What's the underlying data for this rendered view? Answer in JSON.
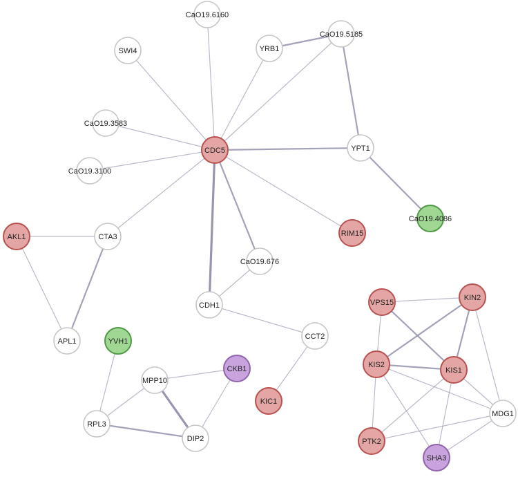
{
  "colors": {
    "white_fill": "#ffffff",
    "white_stroke": "#c6c6c6",
    "red_fill": "#e3a6a4",
    "red_stroke": "#b8514f",
    "green_fill": "#9fd793",
    "green_stroke": "#4f9a45",
    "purple_fill": "#c9a3dd",
    "purple_stroke": "#9064ac",
    "edge": "#8b8ba6"
  },
  "nodes": [
    {
      "id": "cao196160",
      "label": "CaO19.6160",
      "group": "white"
    },
    {
      "id": "swi4",
      "label": "SWI4",
      "group": "white"
    },
    {
      "id": "yrb1",
      "label": "YRB1",
      "group": "white"
    },
    {
      "id": "cao195185",
      "label": "CaO19.5185",
      "group": "white"
    },
    {
      "id": "cao193583",
      "label": "CaO19.3583",
      "group": "white"
    },
    {
      "id": "cdc5",
      "label": "CDC5",
      "group": "red"
    },
    {
      "id": "ypt1",
      "label": "YPT1",
      "group": "white"
    },
    {
      "id": "cao193100",
      "label": "CaO19.3100",
      "group": "white"
    },
    {
      "id": "cao194086",
      "label": "CaO19.4086",
      "group": "green"
    },
    {
      "id": "akl1",
      "label": "AKL1",
      "group": "red"
    },
    {
      "id": "cta3",
      "label": "CTA3",
      "group": "white"
    },
    {
      "id": "rim15",
      "label": "RIM15",
      "group": "red"
    },
    {
      "id": "cao19676",
      "label": "CaO19.676",
      "group": "white"
    },
    {
      "id": "cdh1",
      "label": "CDH1",
      "group": "white"
    },
    {
      "id": "vps15",
      "label": "VPS15",
      "group": "red"
    },
    {
      "id": "kin2",
      "label": "KIN2",
      "group": "red"
    },
    {
      "id": "apl1",
      "label": "APL1",
      "group": "white"
    },
    {
      "id": "yvh1",
      "label": "YVH1",
      "group": "green"
    },
    {
      "id": "cct2",
      "label": "CCT2",
      "group": "white"
    },
    {
      "id": "ckb1",
      "label": "CKB1",
      "group": "purple"
    },
    {
      "id": "mpp10",
      "label": "MPP10",
      "group": "white"
    },
    {
      "id": "kis2",
      "label": "KIS2",
      "group": "red"
    },
    {
      "id": "kis1",
      "label": "KIS1",
      "group": "red"
    },
    {
      "id": "kic1",
      "label": "KIC1",
      "group": "red"
    },
    {
      "id": "mdg1",
      "label": "MDG1",
      "group": "white"
    },
    {
      "id": "rpl3",
      "label": "RPL3",
      "group": "white"
    },
    {
      "id": "dip2",
      "label": "DIP2",
      "group": "white"
    },
    {
      "id": "ptk2",
      "label": "PTK2",
      "group": "red"
    },
    {
      "id": "sha3",
      "label": "SHA3",
      "group": "purple"
    }
  ],
  "edges": [
    {
      "from": "cdc5",
      "to": "cao196160",
      "weight": 1
    },
    {
      "from": "cdc5",
      "to": "swi4",
      "weight": 1
    },
    {
      "from": "cdc5",
      "to": "yrb1",
      "weight": 1
    },
    {
      "from": "cdc5",
      "to": "cao195185",
      "weight": 1
    },
    {
      "from": "cdc5",
      "to": "cao193583",
      "weight": 1
    },
    {
      "from": "cdc5",
      "to": "cao193100",
      "weight": 1
    },
    {
      "from": "cdc5",
      "to": "ypt1",
      "weight": 2
    },
    {
      "from": "cdc5",
      "to": "cta3",
      "weight": 1
    },
    {
      "from": "cdc5",
      "to": "rim15",
      "weight": 1
    },
    {
      "from": "cdc5",
      "to": "cao19676",
      "weight": 2
    },
    {
      "from": "cdc5",
      "to": "cdh1",
      "weight": 3
    },
    {
      "from": "yrb1",
      "to": "cao195185",
      "weight": 2
    },
    {
      "from": "cao195185",
      "to": "ypt1",
      "weight": 2
    },
    {
      "from": "ypt1",
      "to": "cao194086",
      "weight": 2
    },
    {
      "from": "akl1",
      "to": "cta3",
      "weight": 1
    },
    {
      "from": "akl1",
      "to": "apl1",
      "weight": 1
    },
    {
      "from": "cta3",
      "to": "apl1",
      "weight": 2
    },
    {
      "from": "cao19676",
      "to": "cdh1",
      "weight": 1
    },
    {
      "from": "cdh1",
      "to": "cct2",
      "weight": 1
    },
    {
      "from": "cct2",
      "to": "kic1",
      "weight": 1
    },
    {
      "from": "yvh1",
      "to": "rpl3",
      "weight": 1
    },
    {
      "from": "mpp10",
      "to": "ckb1",
      "weight": 1
    },
    {
      "from": "mpp10",
      "to": "rpl3",
      "weight": 1
    },
    {
      "from": "mpp10",
      "to": "dip2",
      "weight": 3
    },
    {
      "from": "ckb1",
      "to": "dip2",
      "weight": 1
    },
    {
      "from": "rpl3",
      "to": "dip2",
      "weight": 2
    },
    {
      "from": "vps15",
      "to": "kin2",
      "weight": 1
    },
    {
      "from": "vps15",
      "to": "kis2",
      "weight": 1
    },
    {
      "from": "vps15",
      "to": "kis1",
      "weight": 2
    },
    {
      "from": "kin2",
      "to": "kis2",
      "weight": 2
    },
    {
      "from": "kin2",
      "to": "kis1",
      "weight": 2
    },
    {
      "from": "kin2",
      "to": "mdg1",
      "weight": 1
    },
    {
      "from": "kis2",
      "to": "kis1",
      "weight": 2
    },
    {
      "from": "kis2",
      "to": "mdg1",
      "weight": 1
    },
    {
      "from": "kis2",
      "to": "ptk2",
      "weight": 1
    },
    {
      "from": "kis2",
      "to": "sha3",
      "weight": 1
    },
    {
      "from": "kis1",
      "to": "mdg1",
      "weight": 1
    },
    {
      "from": "kis1",
      "to": "ptk2",
      "weight": 1
    },
    {
      "from": "kis1",
      "to": "sha3",
      "weight": 1
    },
    {
      "from": "mdg1",
      "to": "ptk2",
      "weight": 1
    },
    {
      "from": "mdg1",
      "to": "sha3",
      "weight": 1
    }
  ]
}
